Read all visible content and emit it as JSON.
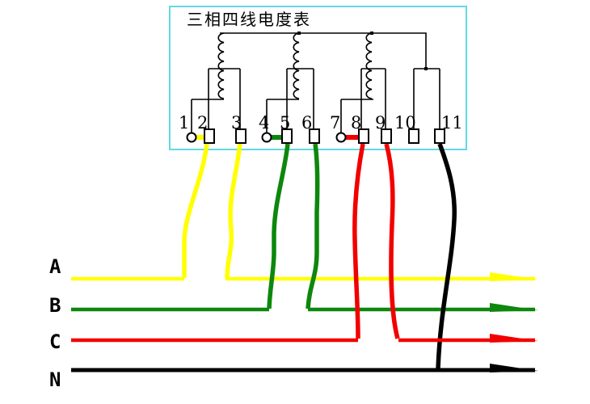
{
  "diagram": {
    "title": "三相四线电度表",
    "box_border_color": "#62d9e3",
    "terminal_labels": [
      "1",
      "2",
      "3",
      "4",
      "5",
      "6",
      "7",
      "8",
      "9",
      "10",
      "11"
    ],
    "bus_lines": [
      {
        "label": "A",
        "color": "#ffff00"
      },
      {
        "label": "B",
        "color": "#0d870d"
      },
      {
        "label": "C",
        "color": "#f20000"
      },
      {
        "label": "N",
        "color": "#000000"
      }
    ]
  }
}
